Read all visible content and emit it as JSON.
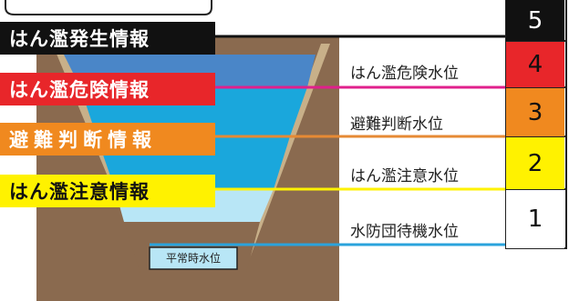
{
  "info_levels": [
    {
      "level": "5",
      "bulletin": "はん濫発生情報",
      "water_level": "",
      "color": "#111111"
    },
    {
      "level": "4",
      "bulletin": "はん濫危険情報",
      "water_level": "はん濫危険水位",
      "color": "#e8262a"
    },
    {
      "level": "3",
      "bulletin": "避難判断情報",
      "water_level": "避難判断水位",
      "color": "#f0891f"
    },
    {
      "level": "2",
      "bulletin": "はん濫注意情報",
      "water_level": "はん濫注意水位",
      "color": "#fff200"
    },
    {
      "level": "1",
      "bulletin": "",
      "water_level": "水防団待機水位",
      "color": "#ffffff"
    }
  ],
  "normal_water_level": "平常時水位",
  "colors": {
    "earth": "#8a6a4f",
    "bank": "#c8b089",
    "water_top": "#4a86c8",
    "water_mid": "#1aa7dc",
    "water_low": "#b8e6f6",
    "line_danger": "#e0208c",
    "line_judgment": "#e68a34",
    "line_caution": "#fff200",
    "line_standby": "#2aa3dc"
  }
}
